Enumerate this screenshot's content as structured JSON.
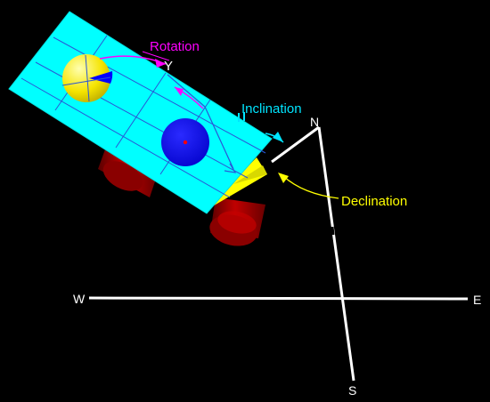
{
  "labels": {
    "rotation": "Rotation",
    "inclination": "Inclination",
    "declination": "Declination",
    "axis_y": "Y"
  },
  "compass": {
    "north": "N",
    "south": "S",
    "east": "E",
    "west": "W"
  },
  "colors": {
    "background": "#000000",
    "plate": "#00ffff",
    "plate_grid": "#2a56d6",
    "rotation": "#ff00ff",
    "inclination": "#00e5ff",
    "declination": "#ffff00",
    "compass_lines": "#ffffff",
    "cylinders": "#b30000",
    "disk_yellow": "#ffff00",
    "disk_blue": "#0000ff",
    "center_mark": "#ff0000"
  }
}
